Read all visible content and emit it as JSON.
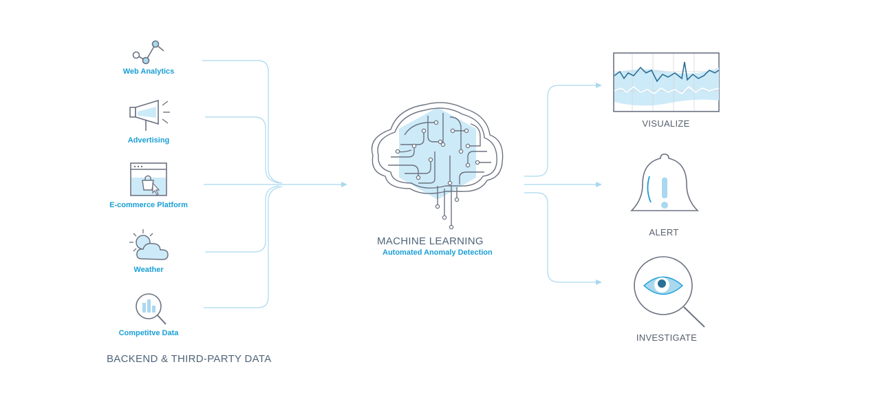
{
  "sources": [
    {
      "label": "Web Analytics",
      "icon": "line-chart-icon"
    },
    {
      "label": "Advertising",
      "icon": "megaphone-icon"
    },
    {
      "label": "E-commerce Platform",
      "icon": "shopping-window-icon"
    },
    {
      "label": "Weather",
      "icon": "sun-cloud-icon"
    },
    {
      "label": "Competitve Data",
      "icon": "magnifier-chart-icon"
    }
  ],
  "sources_caption": "BACKEND & THIRD-PARTY DATA",
  "center": {
    "title": "MACHINE LEARNING",
    "subtitle": "Automated Anomaly Detection",
    "icon": "circuit-brain-icon"
  },
  "outputs": [
    {
      "label": "VISUALIZE",
      "icon": "time-series-chart-icon"
    },
    {
      "label": "ALERT",
      "icon": "alarm-bell-icon"
    },
    {
      "label": "INVESTIGATE",
      "icon": "eye-magnifier-icon"
    }
  ],
  "colors": {
    "accent": "#1a9fd6",
    "connector": "#a9d8ef",
    "icon_stroke": "#6b7280",
    "fill_light": "#cdeaf8"
  }
}
